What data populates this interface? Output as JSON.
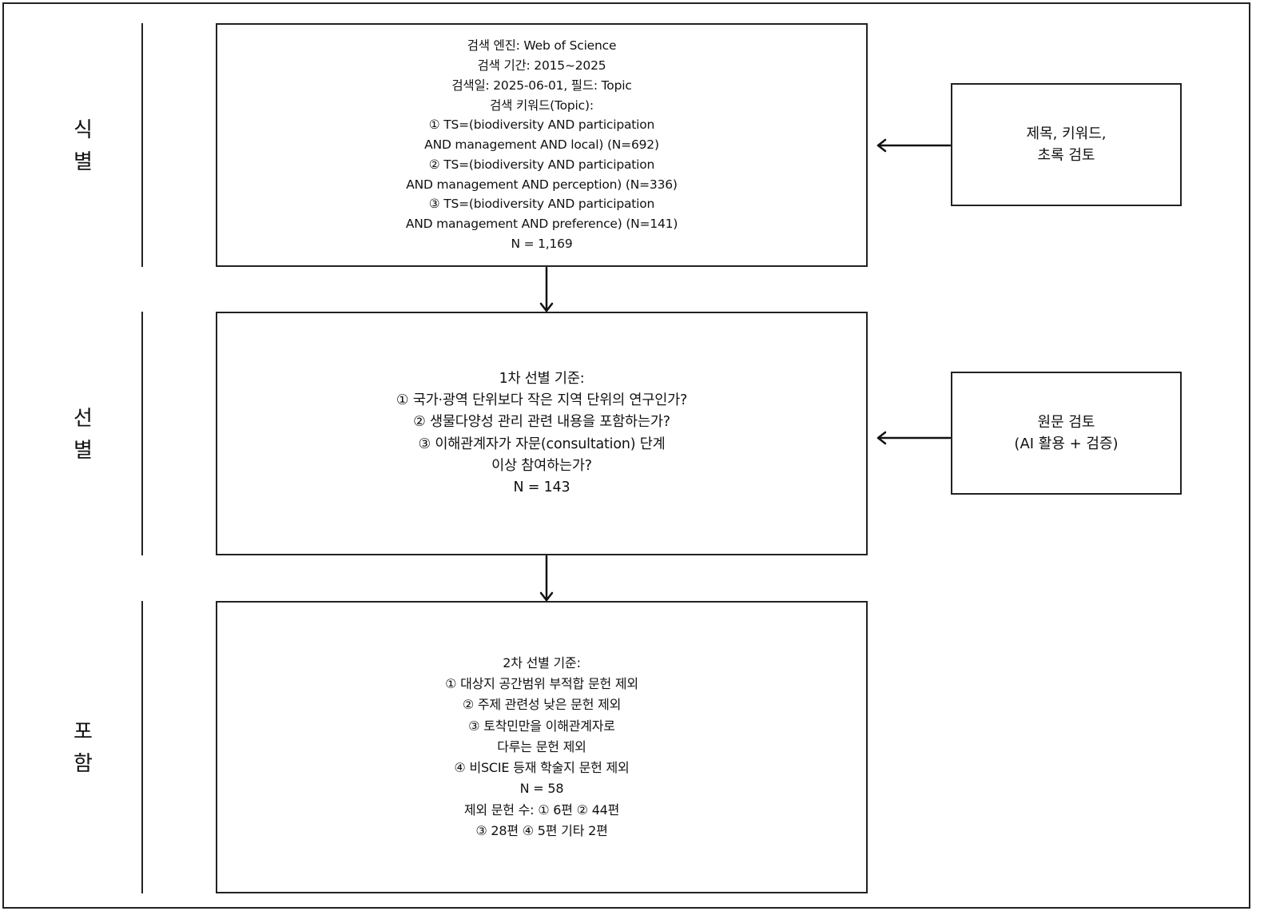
{
  "stages": {
    "identify": [
      "식",
      "별"
    ],
    "screen": [
      "선",
      "별"
    ],
    "include": [
      "포",
      "함"
    ]
  },
  "identify_box": {
    "lines": [
      "검색 엔진: Web of Science",
      "검색 기간: 2015~2025",
      "검색일: 2025-06-01, 필드: Topic",
      "검색 키워드(Topic):",
      "① TS=(biodiversity AND participation",
      "AND management AND local) (N=692)",
      "② TS=(biodiversity AND participation",
      "AND management AND perception) (N=336)",
      "③ TS=(biodiversity AND participation",
      "AND management AND preference) (N=141)",
      "N = 1,169"
    ]
  },
  "screen_box": {
    "lines": [
      "1차 선별 기준:",
      "① 국가·광역 단위보다 작은 지역 단위의 연구인가?",
      "② 생물다양성 관리 관련 내용을 포함하는가?",
      "③ 이해관계자가 자문(consultation) 단계",
      "이상 참여하는가?",
      "N = 143"
    ]
  },
  "include_box": {
    "lines": [
      "2차 선별 기준:",
      "① 대상지 공간범위 부적합 문헌 제외",
      "② 주제 관련성 낮은 문헌 제외",
      "③ 토착민만을 이해관계자로",
      "다루는 문헌 제외",
      "④ 비SCIE 등재 학술지 문헌 제외",
      "N = 58",
      "제외 문헌 수: ① 6편 ② 44편",
      "③ 28편 ④ 5편 기타 2편"
    ]
  },
  "review_boxes": {
    "first": [
      "제목, 키워드,",
      "초록 검토"
    ],
    "second": [
      "원문 검토",
      "(AI 활용 + 검증)"
    ]
  }
}
